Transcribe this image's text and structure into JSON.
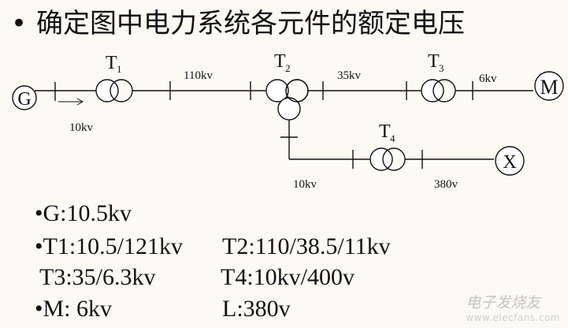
{
  "title": {
    "bullet": "•",
    "text": "确定图中电力系统各元件的额定电压"
  },
  "diagram": {
    "nodes": {
      "generator": "G",
      "motor": "M",
      "load": "X"
    },
    "transformers": {
      "t1": {
        "letter": "T",
        "sub": "1"
      },
      "t2": {
        "letter": "T",
        "sub": "2"
      },
      "t3": {
        "letter": "T",
        "sub": "3"
      },
      "t4": {
        "letter": "T",
        "sub": "4"
      }
    },
    "line_labels": {
      "gen_side": "10kv",
      "line_110": "110kv",
      "line_35": "35kv",
      "line_6": "6kv",
      "branch_10": "10kv",
      "line_380": "380v"
    }
  },
  "ratings": {
    "g": "•G:10.5kv",
    "t1": "•T1:10.5/121kv",
    "t2": "T2:110/38.5/11kv",
    "t3": "T3:35/6.3kv",
    "t4": "T4:10kv/400v",
    "m": "•M: 6kv",
    "l": "L:380v"
  },
  "watermark": {
    "line1": "电子发烧友",
    "line2": "www.elecfans.com"
  }
}
